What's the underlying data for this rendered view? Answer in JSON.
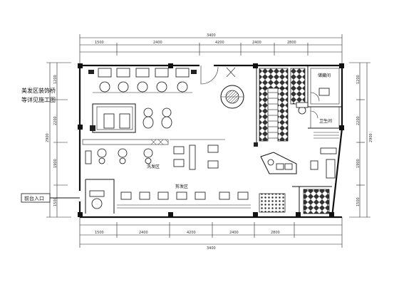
{
  "drawing": {
    "labels": {
      "left_note_line1": "美发区装饰桥",
      "left_note_line2": "等详见施工图",
      "room_top_right": "储藏间",
      "room_right_mid": "卫生间",
      "zone_wash": "洗发区",
      "zone_cut": "剪发区",
      "entrance_label": "前台入口"
    },
    "dimensions": {
      "top_total": "3400",
      "top_segments": [
        "1500",
        "2400",
        "4200",
        "2400",
        "2800"
      ],
      "side_total": "2900",
      "bottom_total": "3400",
      "bottom_segments": [
        "1500",
        "2400",
        "4200",
        "2400",
        "2800"
      ],
      "left_segments": [
        "1200",
        "2200",
        "1900",
        "1500"
      ],
      "right_segments": [
        "1200",
        "2200",
        "1900",
        "1500"
      ]
    }
  }
}
